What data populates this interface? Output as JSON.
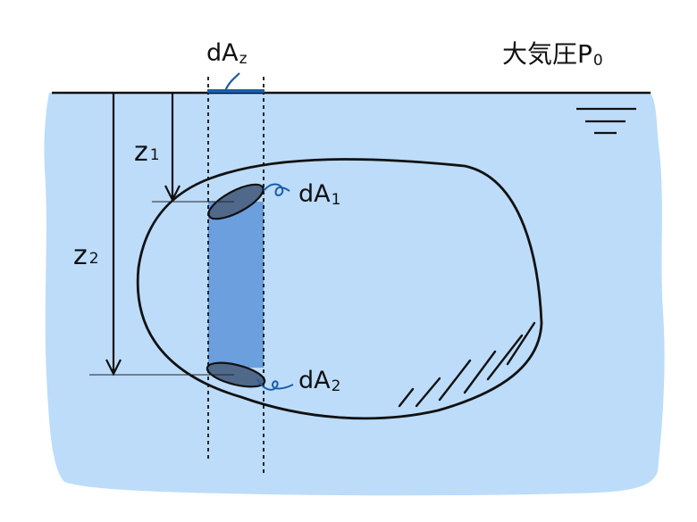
{
  "labels": {
    "strip": {
      "main": "dA",
      "sub": "z"
    },
    "pressure": {
      "main": "大気圧P",
      "sub": "0"
    },
    "depth1": {
      "main": "z",
      "sub": "1"
    },
    "depth2": {
      "main": "z",
      "sub": "2"
    },
    "area1": {
      "main": "dA",
      "sub": "1"
    },
    "area2": {
      "main": "dA",
      "sub": "2"
    }
  },
  "colors": {
    "water": "#bcdcfa",
    "column": "#6b9fde",
    "cap": "#50698a",
    "ink": "#111111",
    "accent": "#1b5da8"
  }
}
